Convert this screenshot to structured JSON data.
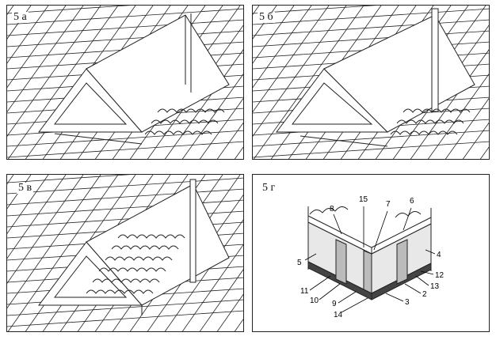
{
  "panels": [
    {
      "label": "5 а"
    },
    {
      "label": "5 б"
    },
    {
      "label": "5 в"
    },
    {
      "label": "5 г"
    }
  ],
  "callouts": [
    "15",
    "7",
    "6",
    "8",
    "5",
    "4",
    "12",
    "11",
    "10",
    "9",
    "14",
    "3",
    "2",
    "13"
  ],
  "colors": {
    "line": "#222222",
    "background": "#ffffff",
    "hatch": "#555555"
  }
}
